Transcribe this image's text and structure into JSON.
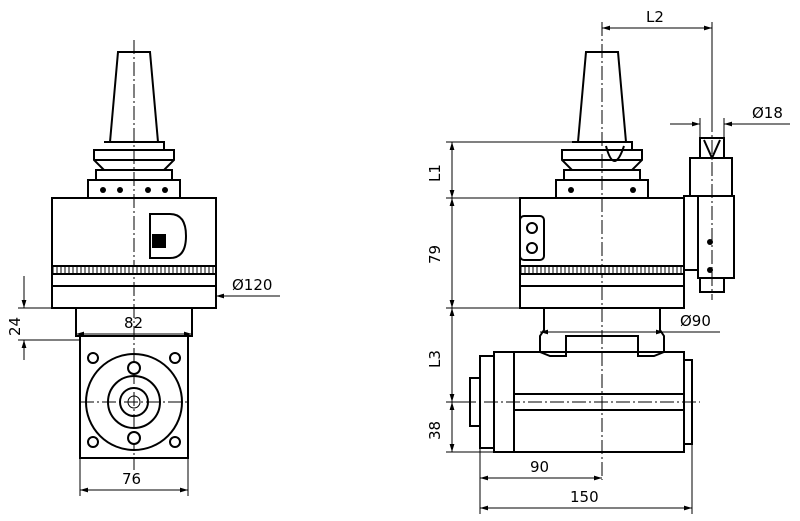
{
  "drawing": {
    "front_view": {
      "dim_diameter_body": "Ø120",
      "dim_width_82": "82",
      "dim_height_24": "24",
      "dim_width_76": "76"
    },
    "side_view": {
      "dim_L2": "L2",
      "dim_diameter_tool": "Ø18",
      "dim_L1": "L1",
      "dim_79": "79",
      "dim_diameter_90": "Ø90",
      "dim_L3": "L3",
      "dim_38": "38",
      "dim_90": "90",
      "dim_150": "150"
    }
  }
}
